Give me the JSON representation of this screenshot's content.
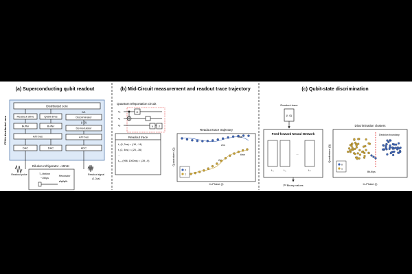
{
  "panel_a": {
    "title": "(a) Superconducting qubit readout",
    "side_label": "FPGA distributed core",
    "distributed_core": "Distributed core",
    "readout_drive": "Readout drive",
    "qubit_drive": "Qubit drive",
    "buffer": "Buffer",
    "axi_bus": "AXI bus",
    "dac": "DAC",
    "output_bits": "0/1",
    "discriminator": "Discriminator",
    "iq": "(I, Q)",
    "demodulator": "Demodulator",
    "adc": "ADC",
    "fridge": "Dilution refrigerator ~10mK",
    "t2_lifetime": "T₂ lifetime",
    "t2_value": "~150µs",
    "resonator": "Resonator",
    "readout_pulse": "Readout pulse",
    "readout_signal": "Readout signal",
    "readout_duration": "(1-2µs)"
  },
  "panel_b": {
    "title": "(b) Mid-Circuit measurement and readout trace trajectory",
    "circuit_label": "Quantum teleportation circuit",
    "qubits": [
      "q₀",
      "q₁",
      "q₂"
    ],
    "gates": [
      "H",
      "X",
      "Z"
    ],
    "readout_trace": "Readout trace",
    "trace_rows": [
      "t₀ (0, 2ns) = (-16, -14)",
      "t₁ (2, 4ns) = (-25, -36)",
      "...",
      "t₅₀₀ (998, 1000ns) = (-39, -9)"
    ],
    "trajectory_title": "Readout trace trajectory",
    "time_label": "time",
    "step_label": "2ns",
    "x_axis": "In-Phase (I)",
    "y_axis": "Quadrature (Q)",
    "legend": [
      "0",
      "1"
    ]
  },
  "panel_c": {
    "title": "(c) Qubit-state discrimination",
    "readout_trace": "Readout trace",
    "iq": "(I, Q)",
    "nn_title": "Feed-forward Neural Network",
    "layers": [
      "L₀",
      "L₁",
      "...",
      "Lₙ"
    ],
    "binary": "2ᴹ Binary values",
    "clusters_title": "Discrimination clusters",
    "decision": "Decision boundary",
    "bitflips": "Bit-flips",
    "x_axis": "In-Phase (I)",
    "y_axis": "Quadrature (Q)",
    "legend": [
      "0",
      "1"
    ]
  },
  "colors": {
    "fpga_fill": "#dde9f7",
    "fpga_stroke": "#5b7fb0",
    "state0": "#3a62b5",
    "state1": "#c9a233",
    "highlight": "#e02020"
  }
}
